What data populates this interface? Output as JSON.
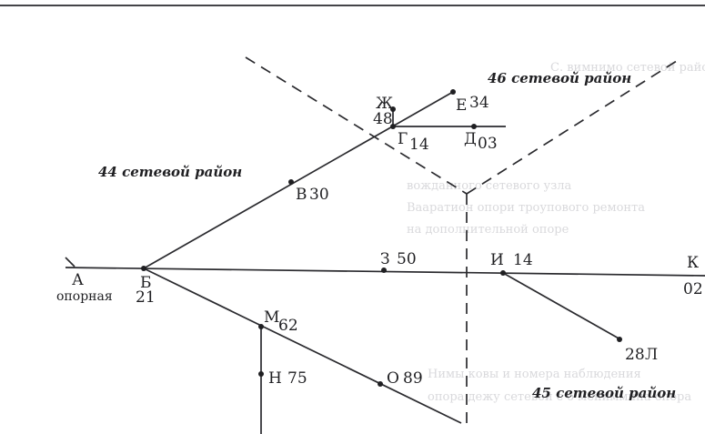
{
  "regions": {
    "r44": "44 сетевой район",
    "r45": "45 сетевой район",
    "r46": "46 сетевой район"
  },
  "nodes": {
    "a": "А",
    "a_note": "опорная",
    "b": "Б",
    "b_num": "21",
    "v": "В",
    "v_num": "30",
    "g": "Г",
    "g_num": "14",
    "d": "Д",
    "d_num": "03",
    "e": "Е",
    "e_num": "34",
    "zh": "Ж",
    "zh_num": "48",
    "z": "З",
    "z_num": "50",
    "i": "И",
    "i_num": "14",
    "k": "К",
    "k_num": "02",
    "l": "Л",
    "l_num": "28",
    "m": "М",
    "m_num": "62",
    "n": "Н",
    "n_num": "75",
    "o": "О",
    "o_num": "89"
  },
  "background_text": [
    "С. вимнимо сетевой район",
    "вожданного сетевого узла",
    "Вааратион опори троупового ремонта",
    "на дополнительной опоре",
    "Нимы ковы и номера наблюдения",
    "опора дежу сетевой с о мениммина опора"
  ],
  "colors": {
    "ink": "#1f1f22",
    "paper": "#ffffff",
    "ghost": "#d9d9dc"
  }
}
